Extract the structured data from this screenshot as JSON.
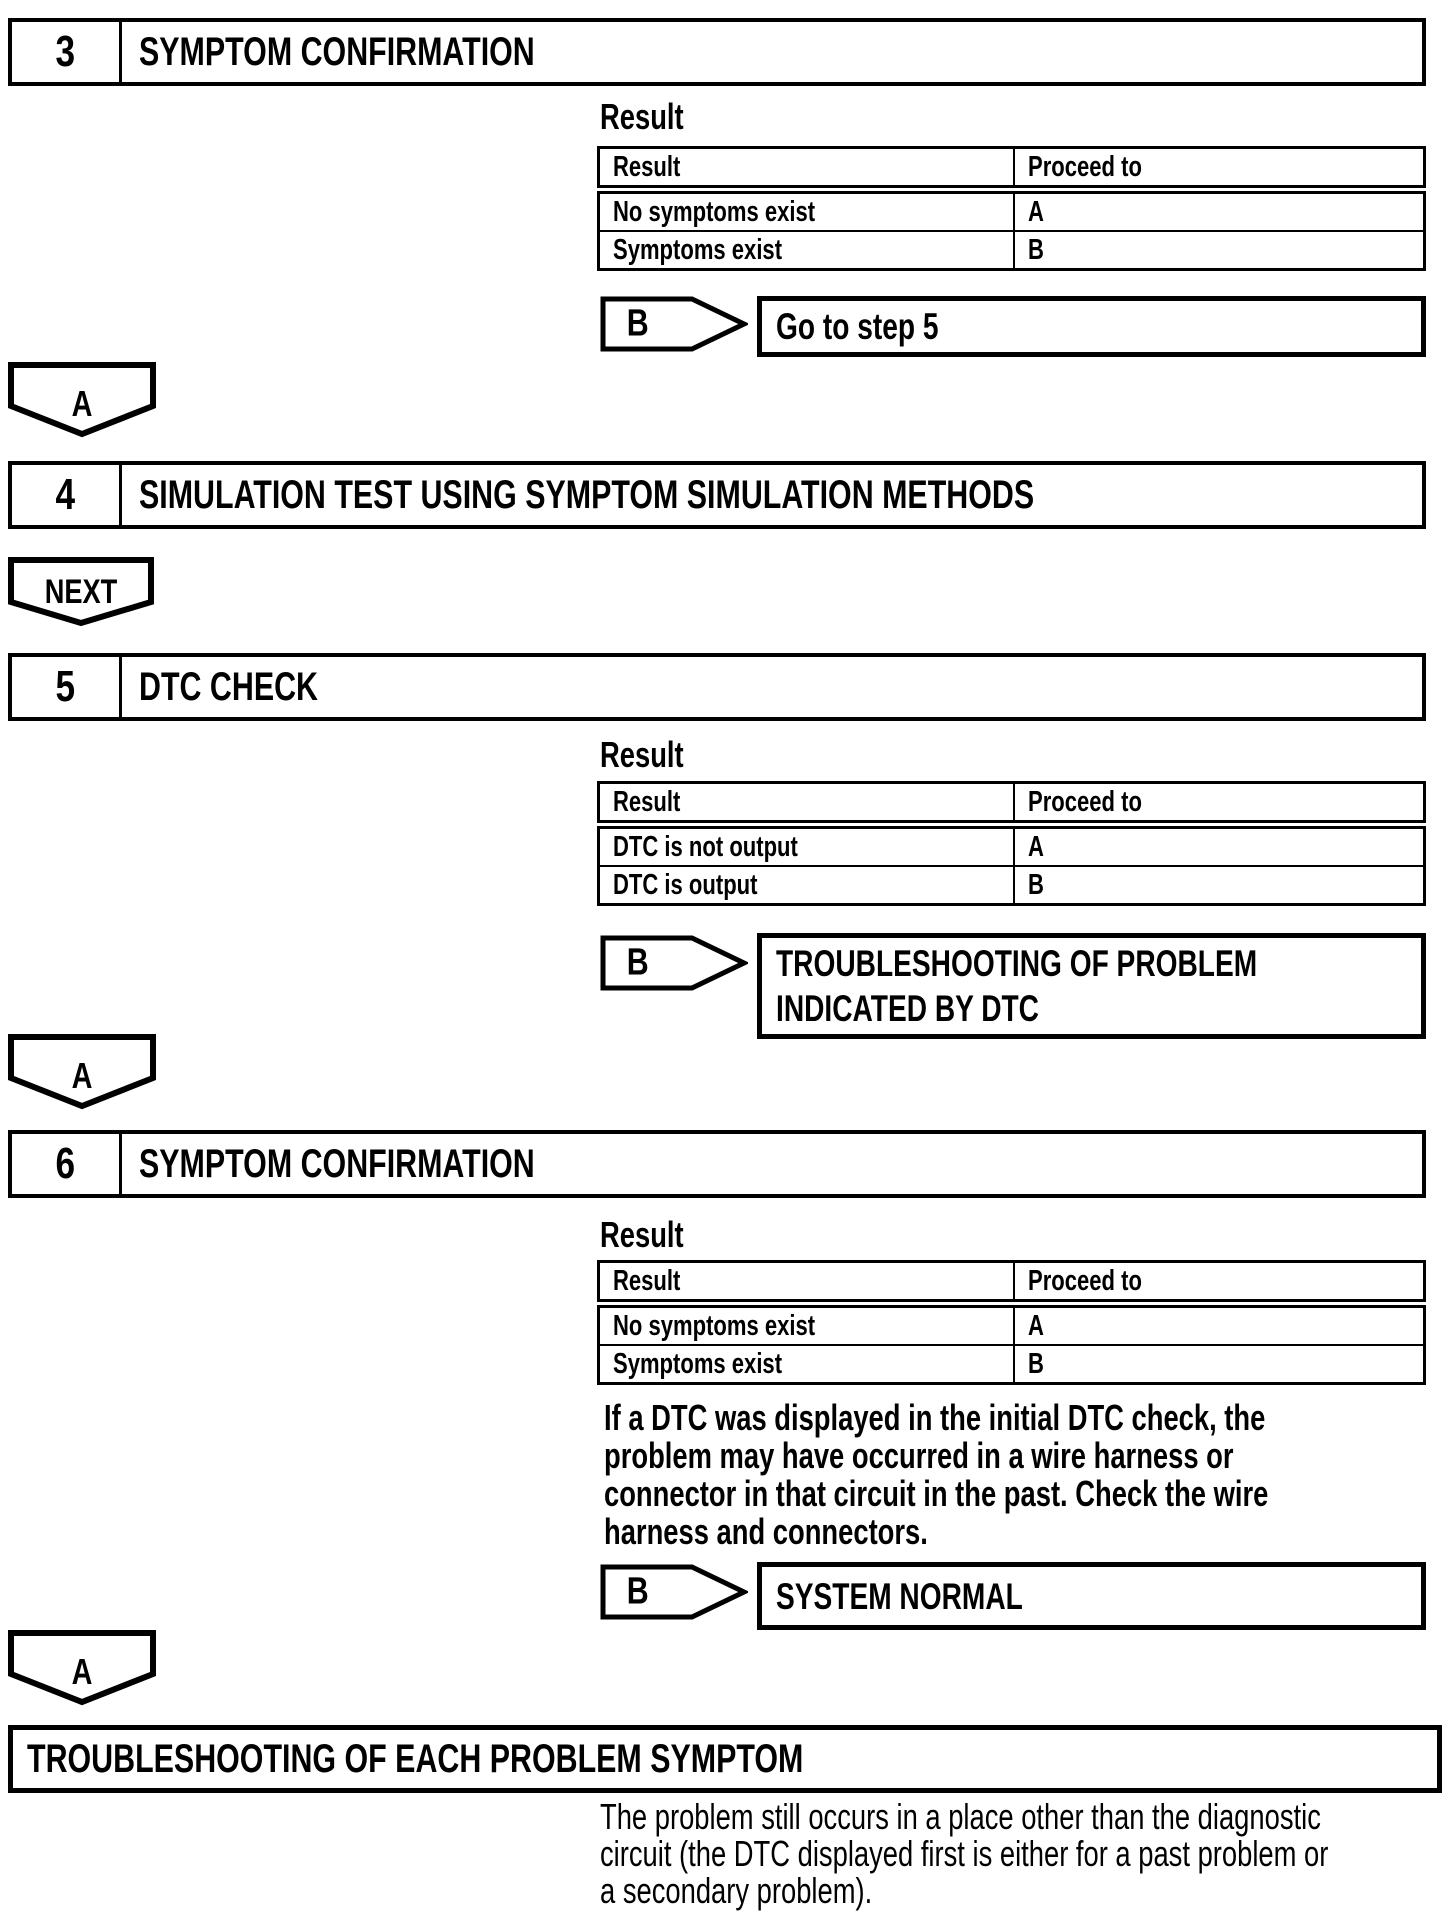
{
  "colors": {
    "ink": "#000000",
    "paper": "#ffffff"
  },
  "result_heading": "Result",
  "connector_a": "A",
  "connector_b": "B",
  "connector_next": "NEXT",
  "steps": [
    {
      "number": "3",
      "title": "SYMPTOM CONFIRMATION"
    },
    {
      "number": "4",
      "title": "SIMULATION TEST USING SYMPTOM SIMULATION METHODS"
    },
    {
      "number": "5",
      "title": "DTC CHECK"
    },
    {
      "number": "6",
      "title": "SYMPTOM CONFIRMATION"
    }
  ],
  "tables": [
    {
      "headers": [
        "Result",
        "Proceed to"
      ],
      "rows": [
        [
          "No symptoms exist",
          "A"
        ],
        [
          "Symptoms exist",
          "B"
        ]
      ]
    },
    {
      "headers": [
        "Result",
        "Proceed to"
      ],
      "rows": [
        [
          "DTC is not output",
          "A"
        ],
        [
          "DTC is output",
          "B"
        ]
      ]
    },
    {
      "headers": [
        "Result",
        "Proceed to"
      ],
      "rows": [
        [
          "No symptoms exist",
          "A"
        ],
        [
          "Symptoms exist",
          "B"
        ]
      ]
    }
  ],
  "b_targets": [
    {
      "line1": "Go to step 5"
    },
    {
      "line1": "TROUBLESHOOTING OF PROBLEM",
      "line2": "INDICATED BY DTC"
    },
    {
      "line1": "SYSTEM NORMAL"
    }
  ],
  "step6_note": [
    "If a DTC was displayed in the initial DTC check, the",
    "problem may have occurred in a wire harness or",
    "connector in that circuit in the past. Check the wire",
    "harness and connectors."
  ],
  "final_box_title": "TROUBLESHOOTING OF EACH PROBLEM SYMPTOM",
  "final_note": [
    "The problem still occurs in a place other than the diagnostic",
    "circuit (the DTC displayed first is either for a past problem or",
    "a secondary problem)."
  ]
}
